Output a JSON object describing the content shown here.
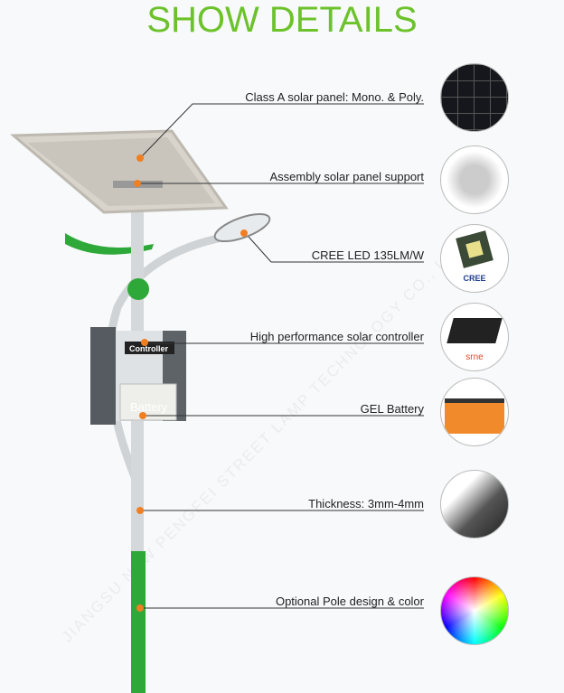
{
  "title": "SHOW DETAILS",
  "watermark": "JIANGSU NEW PENGFEI STREET LAMP TECHNOLOGY CO., LTD",
  "box_labels": {
    "controller": "Controller",
    "battery": "Battery"
  },
  "features": [
    {
      "label": "Class A solar panel: Mono. & Poly.",
      "icon": "solar-cell-icon"
    },
    {
      "label": "Assembly solar panel support",
      "icon": "bracket-icon"
    },
    {
      "label": "CREE LED  135LM/W",
      "icon": "led-chip-icon",
      "logo": "CREE"
    },
    {
      "label": "High performance solar controller",
      "icon": "controller-icon",
      "logo": "srne"
    },
    {
      "label": "GEL Battery",
      "icon": "battery-icon"
    },
    {
      "label": "Thickness: 3mm-4mm",
      "icon": "pole-section-icon"
    },
    {
      "label": "Optional Pole design & color",
      "icon": "color-wheel-icon"
    }
  ],
  "colors": {
    "accent": "#6cc22a",
    "dot": "#f07f22",
    "pole_green": "#2fa83a"
  }
}
